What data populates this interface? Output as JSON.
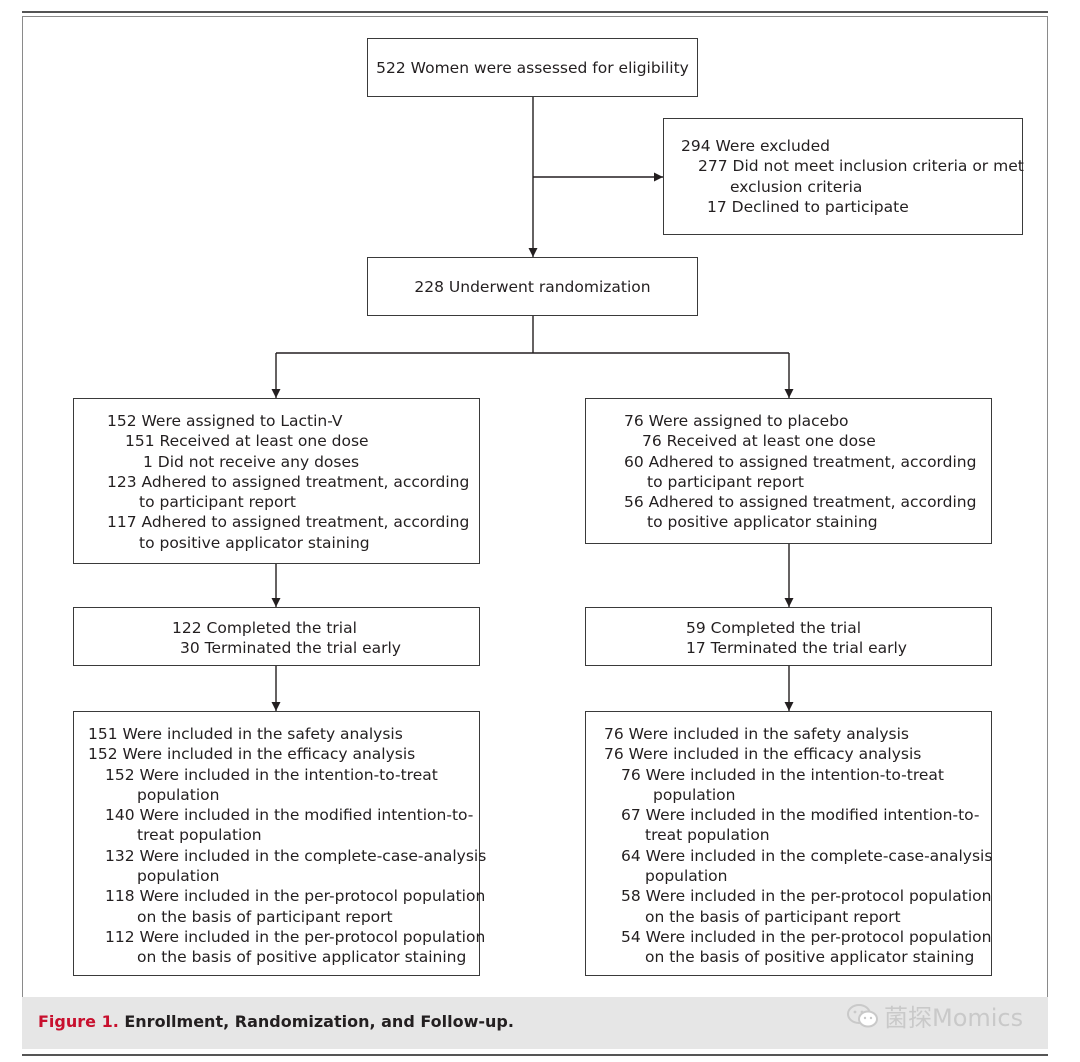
{
  "boxes": {
    "assessed": "522 Women were assessed for eligibility",
    "excluded": {
      "title": "294 Were excluded",
      "reason1_a": "277 Did not meet inclusion criteria or met",
      "reason1_b": "exclusion criteria",
      "reason2": "17 Declined to participate"
    },
    "randomized": "228 Underwent randomization",
    "lactin_assigned": {
      "l1": "152 Were assigned to Lactin-V",
      "l2": "151 Received at least one dose",
      "l3": "1 Did not receive any doses",
      "l4": "123 Adhered to assigned treatment, according",
      "l5": "to participant report",
      "l6": "117 Adhered to assigned treatment, according",
      "l7": "to positive applicator staining"
    },
    "placebo_assigned": {
      "l1": "76 Were assigned to placebo",
      "l2": "76 Received at least one dose",
      "l3": "60 Adhered to assigned treatment, according",
      "l4": "to participant report",
      "l5": "56 Adhered to assigned treatment, according",
      "l6": "to positive applicator staining"
    },
    "lactin_followup": {
      "l1": "122 Completed the trial",
      "l2": "30 Terminated the trial early"
    },
    "placebo_followup": {
      "l1": "59 Completed the trial",
      "l2": "17 Terminated the trial early"
    },
    "lactin_analysis": {
      "l1": "151 Were included in the safety analysis",
      "l2": "152 Were included in the efficacy analysis",
      "l3": "152 Were included in the intention-to-treat",
      "l4": "population",
      "l5": "140 Were included in the modified intention-to-",
      "l6": "treat population",
      "l7": "132 Were included in the complete-case-analysis",
      "l8": "population",
      "l9": "118 Were included in the per-protocol population",
      "l10": "on the basis of participant report",
      "l11": "112 Were included in the per-protocol population",
      "l12": "on the basis of positive applicator staining"
    },
    "placebo_analysis": {
      "l1": "76 Were included in the safety analysis",
      "l2": "76 Were included in the efficacy analysis",
      "l3": "76 Were included in the intention-to-treat",
      "l4": "population",
      "l5": "67 Were included in the modified intention-to-",
      "l6": "treat population",
      "l7": "64 Were included in the complete-case-analysis",
      "l8": "population",
      "l9": "58 Were included in the per-protocol population",
      "l10": "on the basis of participant report",
      "l11": "54 Were included in the per-protocol population",
      "l12": "on the basis of positive applicator staining"
    }
  },
  "caption": {
    "label": "Figure 1.",
    "title": "Enrollment, Randomization, and Follow-up."
  },
  "watermark": {
    "icon": "wechat-icon",
    "text": "菌探Momics"
  },
  "colors": {
    "caption_label": "#c8102e",
    "caption_bg": "#e6e6e6",
    "line": "#231f20"
  }
}
